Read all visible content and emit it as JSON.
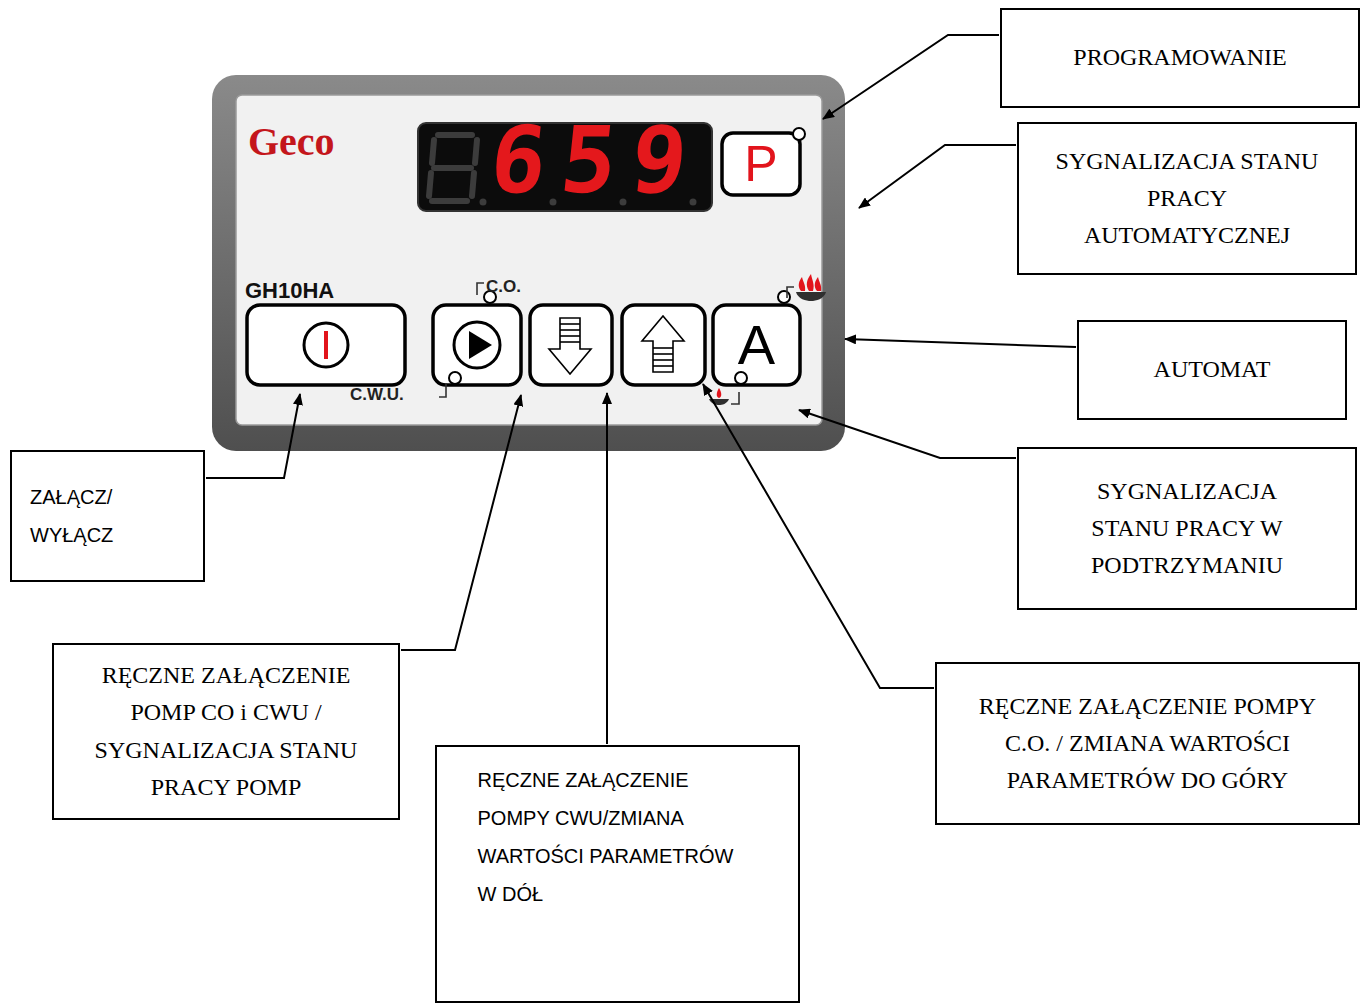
{
  "diagram": {
    "nodes": [
      {
        "text": [
          "PROGRAMOWANIE"
        ]
      },
      {
        "text": [
          "SYGNALIZACJA STANU PRACY AUTOMATYCZNEJ"
        ]
      },
      {
        "text": [
          "AUTOMAT"
        ]
      },
      {
        "text": [
          "ZAŁĄCZ/ WYŁĄCZ"
        ]
      },
      {
        "text": [
          "SYGNALIZACJA STANU PRACY W PODTRZYMANIU"
        ]
      },
      {
        "text": [
          "RĘCZNE ZAŁĄCZENIE POMP CO i CWU / SYGNALIZACJA STANU PRACY POMP"
        ]
      },
      {
        "text": [
          "RĘCZNE ZAŁĄCZENIE POMPY C.O. / ZMIANA WARTOŚCI PARAMETRÓW DO GÓRY"
        ]
      },
      {
        "text": [
          "RĘCZNE ZAŁĄCZENIE POMPY CWU/ZMIANA WARTOŚCI PARAMETRÓW W DÓŁ"
        ]
      }
    ],
    "labels": [
      "Geco",
      "659",
      "P",
      "GH10HA",
      "C.O.",
      "C.W.U.",
      "A"
    ]
  }
}
